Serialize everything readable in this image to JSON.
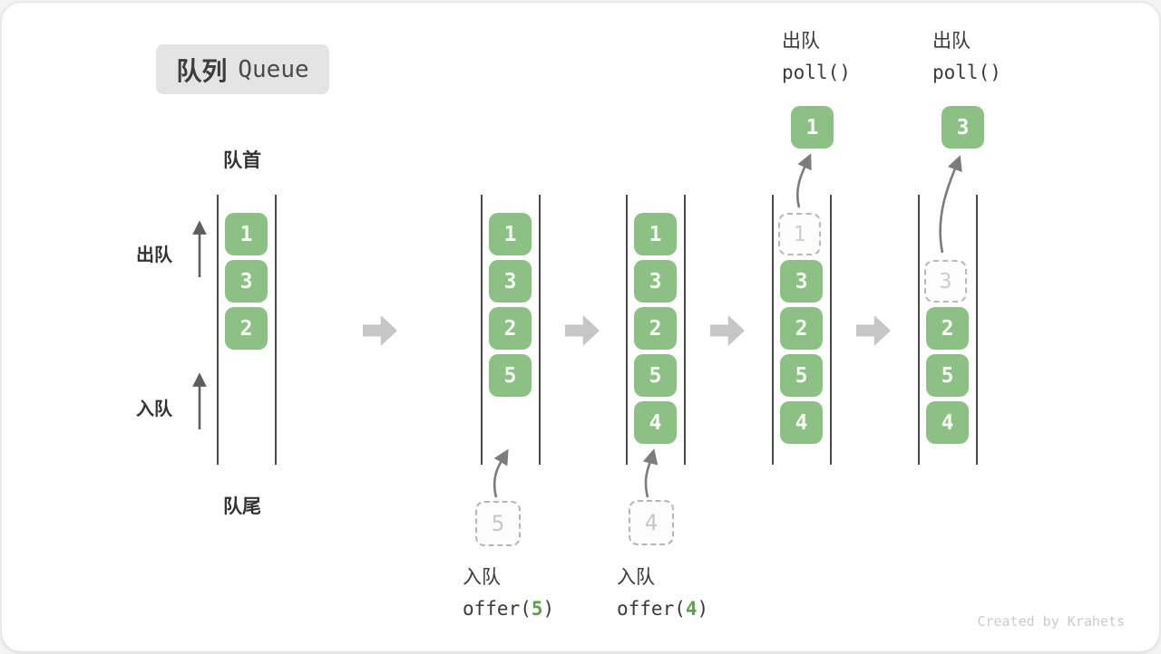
{
  "badge": {
    "zh": "队列",
    "en": "Queue"
  },
  "side_labels": {
    "front": "队首",
    "rear": "队尾",
    "dequeue": "出队",
    "enqueue": "入队"
  },
  "columns": [
    {
      "cells": [
        {
          "value": "1",
          "slot": 0,
          "dashed": false
        },
        {
          "value": "3",
          "slot": 1,
          "dashed": false
        },
        {
          "value": "2",
          "slot": 2,
          "dashed": false
        }
      ]
    },
    {
      "cells": [
        {
          "value": "1",
          "slot": 0,
          "dashed": false
        },
        {
          "value": "3",
          "slot": 1,
          "dashed": false
        },
        {
          "value": "2",
          "slot": 2,
          "dashed": false
        },
        {
          "value": "5",
          "slot": 3,
          "dashed": false
        }
      ]
    },
    {
      "cells": [
        {
          "value": "1",
          "slot": 0,
          "dashed": false
        },
        {
          "value": "3",
          "slot": 1,
          "dashed": false
        },
        {
          "value": "2",
          "slot": 2,
          "dashed": false
        },
        {
          "value": "5",
          "slot": 3,
          "dashed": false
        },
        {
          "value": "4",
          "slot": 4,
          "dashed": false
        }
      ]
    },
    {
      "cells": [
        {
          "value": "1",
          "slot": 0,
          "dashed": true
        },
        {
          "value": "3",
          "slot": 1,
          "dashed": false
        },
        {
          "value": "2",
          "slot": 2,
          "dashed": false
        },
        {
          "value": "5",
          "slot": 3,
          "dashed": false
        },
        {
          "value": "4",
          "slot": 4,
          "dashed": false
        }
      ]
    },
    {
      "cells": [
        {
          "value": "3",
          "slot": 1,
          "dashed": true
        },
        {
          "value": "2",
          "slot": 2,
          "dashed": false
        },
        {
          "value": "5",
          "slot": 3,
          "dashed": false
        },
        {
          "value": "4",
          "slot": 4,
          "dashed": false
        }
      ]
    }
  ],
  "operations": {
    "offers": [
      {
        "label": "入队",
        "fn_open": "offer(",
        "arg": "5",
        "fn_close": ")",
        "staged_value": "5"
      },
      {
        "label": "入队",
        "fn_open": "offer(",
        "arg": "4",
        "fn_close": ")",
        "staged_value": "4"
      }
    ],
    "polls": [
      {
        "label": "出队",
        "fn": "poll()",
        "value": "1"
      },
      {
        "label": "出队",
        "fn": "poll()",
        "value": "3"
      }
    ]
  },
  "watermark": "Created by Krahets",
  "colors": {
    "cell_green": "#8cc084",
    "arg_green": "#5da14f",
    "block_arrow_gray": "#c6c6c6",
    "line_gray": "#4a4a4a"
  }
}
